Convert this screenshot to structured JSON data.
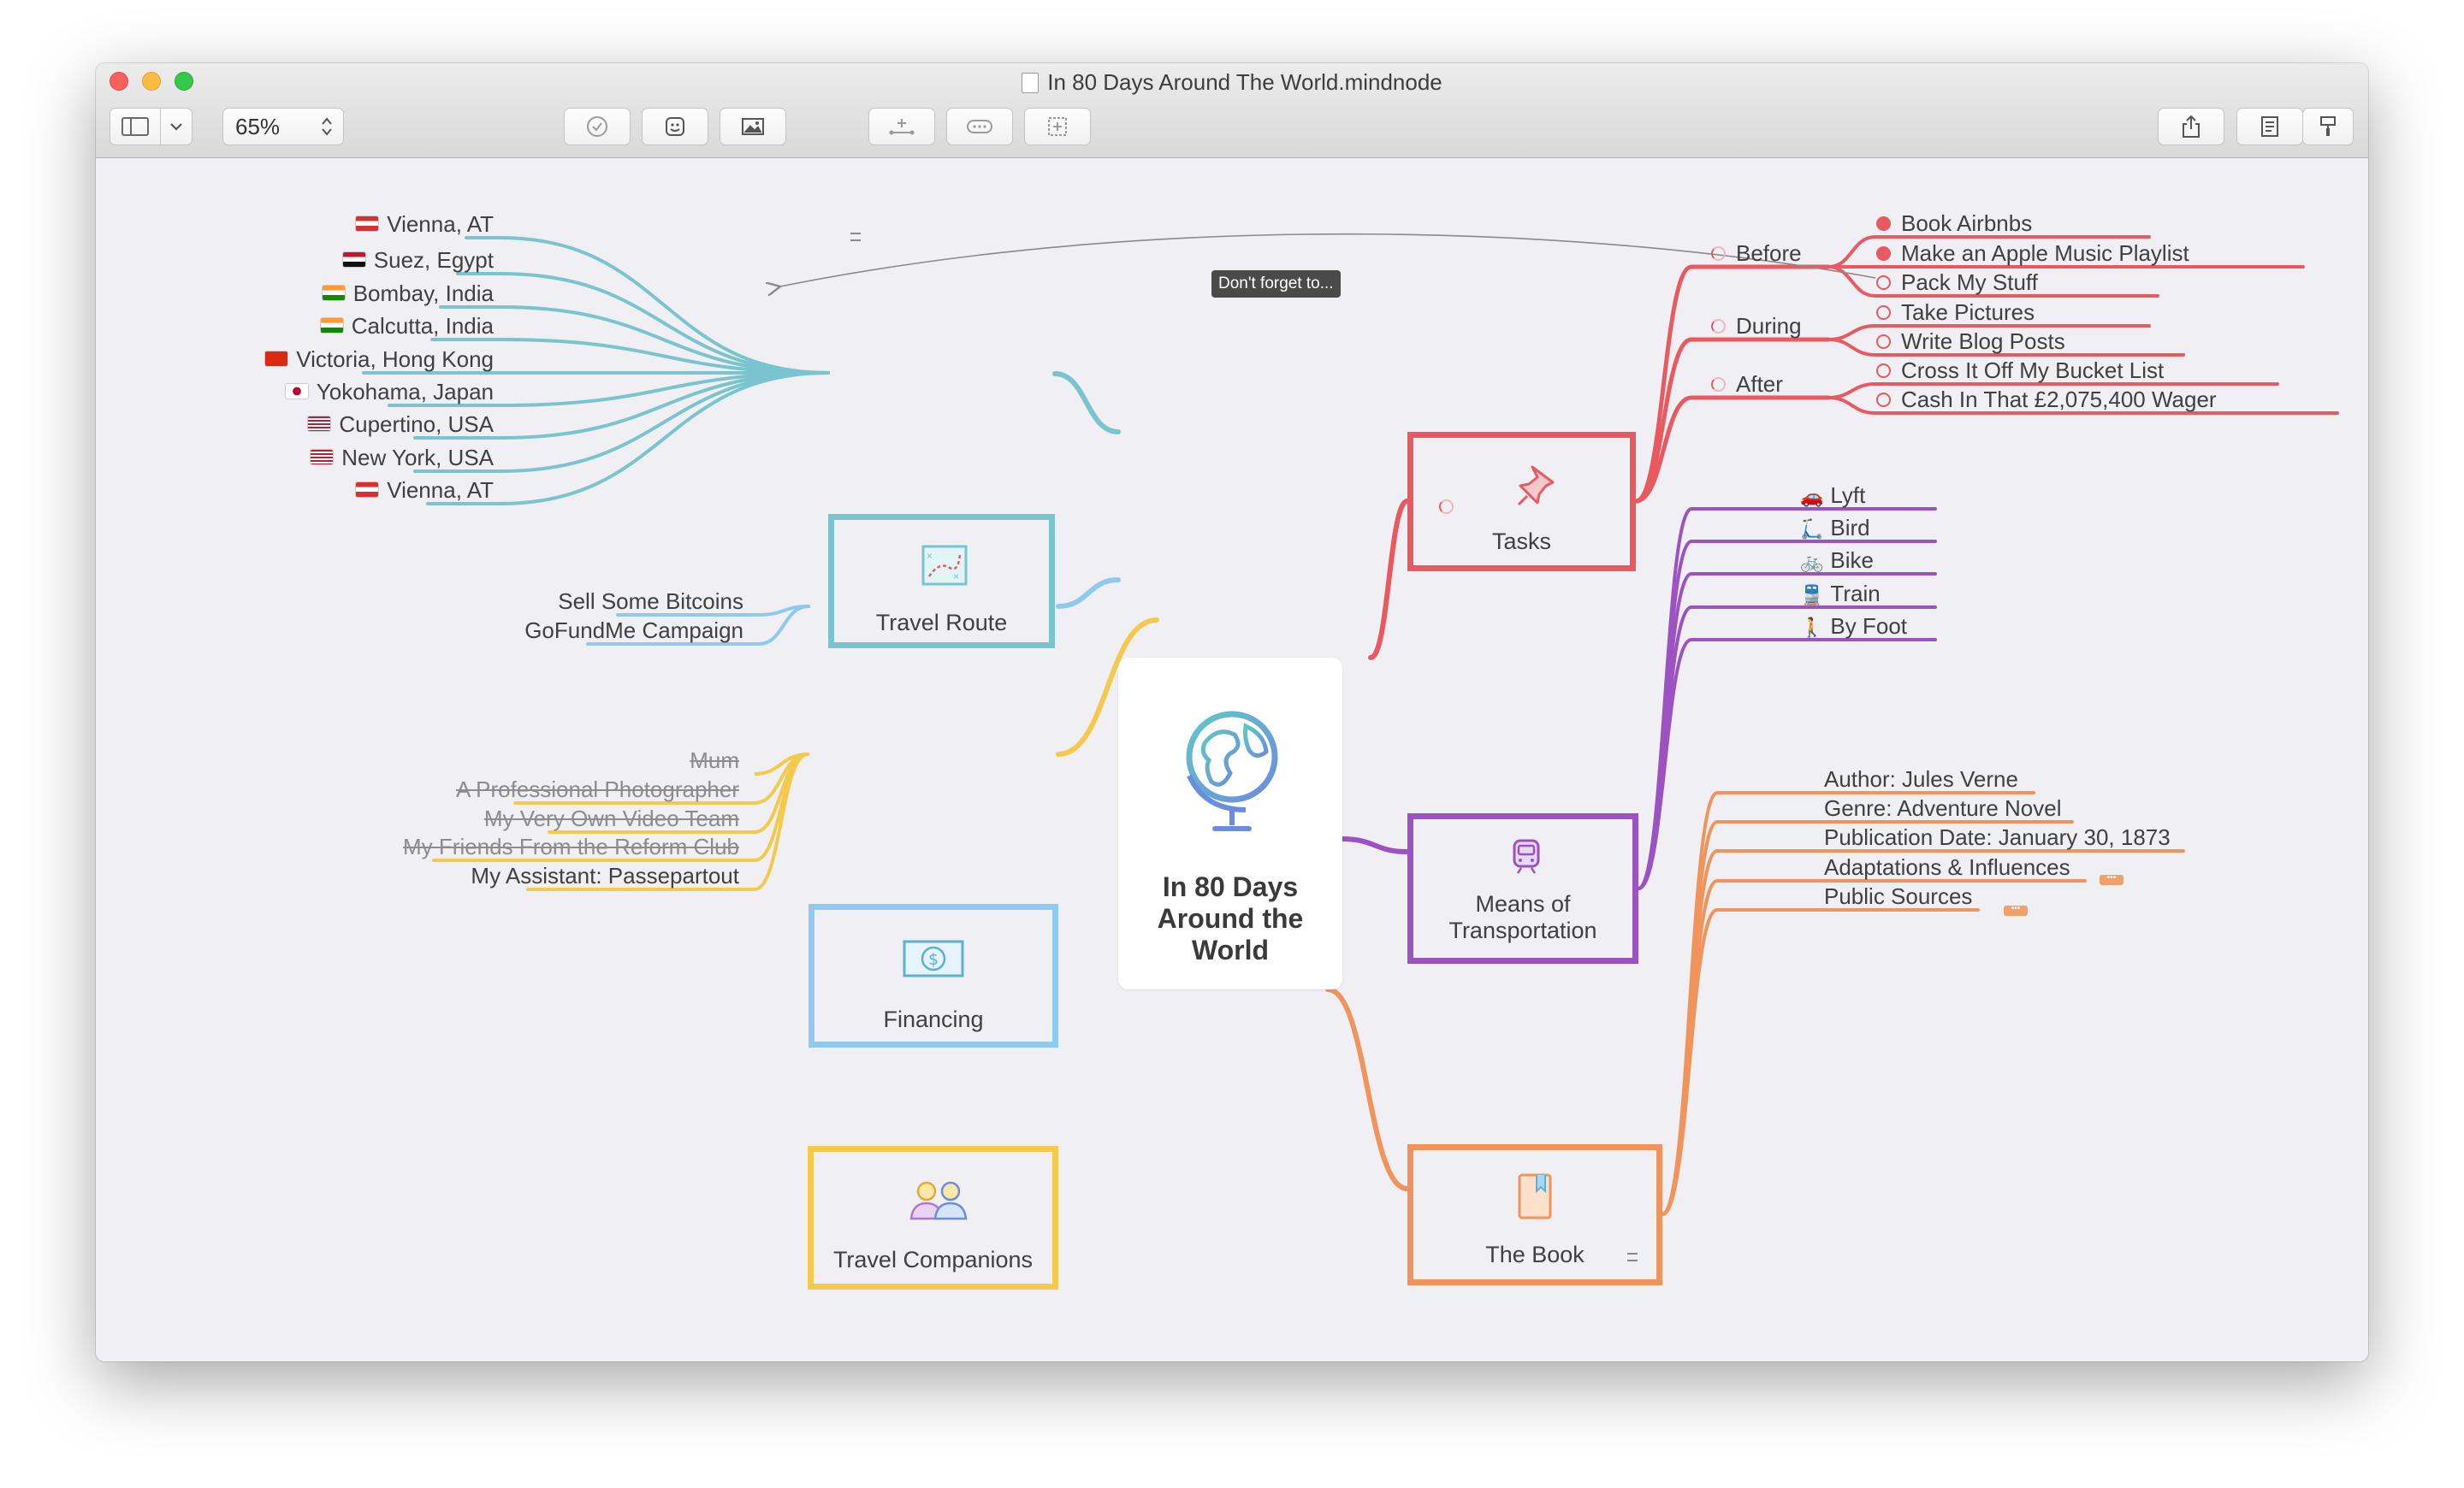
{
  "window": {
    "title": "In 80 Days Around The World.mindnode"
  },
  "toolbar": {
    "zoom": "65%"
  },
  "callout": "Don't forget to...",
  "central": {
    "title": "In 80 Days Around the World",
    "icon": "globe-icon"
  },
  "colors": {
    "tasks": "#e85a5f",
    "route": "#79c4ce",
    "transport": "#9d52c2",
    "financing": "#8ec9ef",
    "book": "#f0945b",
    "companions": "#f5c94b"
  },
  "branches": {
    "travel_route": {
      "label": "Travel Route",
      "icon": "map-route-icon",
      "items": [
        {
          "label": "Vienna, AT",
          "flag": "austria"
        },
        {
          "label": "Suez, Egypt",
          "flag": "egypt"
        },
        {
          "label": "Bombay, India",
          "flag": "india"
        },
        {
          "label": "Calcutta, India",
          "flag": "india"
        },
        {
          "label": "Victoria, Hong Kong",
          "flag": "hongkong"
        },
        {
          "label": "Yokohama, Japan",
          "flag": "japan"
        },
        {
          "label": "Cupertino, USA",
          "flag": "usa"
        },
        {
          "label": "New York, USA",
          "flag": "usa"
        },
        {
          "label": "Vienna, AT",
          "flag": "austria"
        }
      ]
    },
    "financing": {
      "label": "Financing",
      "icon": "dollar-bill-icon",
      "items": [
        "Sell Some Bitcoins",
        "GoFundMe Campaign"
      ]
    },
    "companions": {
      "label": "Travel Companions",
      "icon": "people-icon",
      "items": [
        {
          "label": "Mum",
          "struck": true
        },
        {
          "label": "A Professional Photographer",
          "struck": true
        },
        {
          "label": "My Very Own Video Team",
          "struck": true
        },
        {
          "label": "My Friends From the Reform Club",
          "struck": true
        },
        {
          "label": "My Assistant: Passepartout",
          "struck": false
        }
      ]
    },
    "tasks": {
      "label": "Tasks",
      "icon": "pushpin-icon",
      "groups": [
        {
          "label": "Before",
          "items": [
            {
              "label": "Book Airbnbs",
              "done": true
            },
            {
              "label": "Make an Apple Music Playlist",
              "done": true
            },
            {
              "label": "Pack My Stuff",
              "done": false
            }
          ]
        },
        {
          "label": "During",
          "items": [
            {
              "label": "Take Pictures",
              "done": false
            },
            {
              "label": "Write Blog Posts",
              "done": false
            }
          ]
        },
        {
          "label": "After",
          "items": [
            {
              "label": "Cross It Off My Bucket List",
              "done": false
            },
            {
              "label": "Cash In That £2,075,400 Wager",
              "done": false
            }
          ]
        }
      ]
    },
    "transport": {
      "label": "Means of Transportation",
      "icon": "train-icon",
      "items": [
        {
          "label": "Lyft",
          "icon": "car-icon"
        },
        {
          "label": "Bird",
          "icon": "scooter-icon"
        },
        {
          "label": "Bike",
          "icon": "bicycle-icon"
        },
        {
          "label": "Train",
          "icon": "train-icon"
        },
        {
          "label": "By Foot",
          "icon": "walking-icon"
        }
      ]
    },
    "book": {
      "label": "The Book",
      "icon": "book-icon",
      "items": [
        "Author: Jules Verne",
        "Genre: Adventure Novel",
        "Publication Date: January 30, 1873",
        "Adaptations & Influences",
        "Public Sources"
      ]
    }
  }
}
